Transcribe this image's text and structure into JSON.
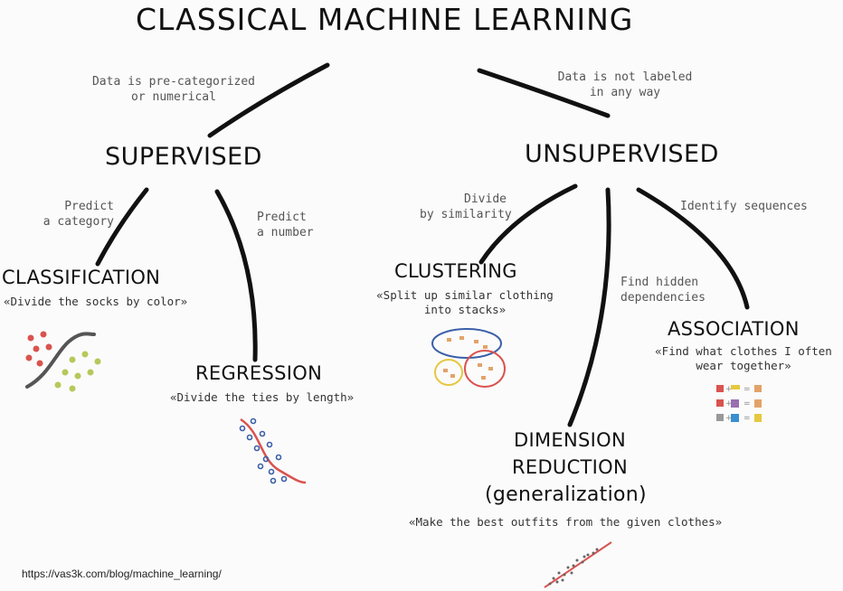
{
  "title": "CLASSICAL MACHINE LEARNING",
  "branches": {
    "supervised": {
      "label": "SUPERVISED",
      "note": [
        "Data is pre-categorized",
        "or numerical"
      ],
      "children": {
        "classification": {
          "label": "CLASSIFICATION",
          "edge_note": [
            "Predict",
            "a category"
          ],
          "example": "«Divide the socks by color»"
        },
        "regression": {
          "label": "REGRESSION",
          "edge_note": [
            "Predict",
            "a number"
          ],
          "example": "«Divide the ties by length»"
        }
      }
    },
    "unsupervised": {
      "label": "UNSUPERVISED",
      "note": [
        "Data is not labeled",
        "in any way"
      ],
      "children": {
        "clustering": {
          "label": "CLUSTERING",
          "edge_note": [
            "Divide",
            "by similarity"
          ],
          "example": [
            "«Split up similar clothing",
            "into stacks»"
          ]
        },
        "dimension_reduction": {
          "label": [
            "DIMENSION",
            "REDUCTION"
          ],
          "sublabel": "(generalization)",
          "edge_note": [
            "Find hidden",
            "dependencies"
          ],
          "example": "«Make the best outfits from the given clothes»"
        },
        "association": {
          "label": "ASSOCIATION",
          "edge_note": [
            "Identify sequences"
          ],
          "example": [
            "«Find what clothes I often",
            "wear together»"
          ]
        }
      }
    }
  },
  "footer_url": "https://vas3k.com/blog/machine_learning/",
  "icons": [
    "classification-scatter-icon",
    "regression-curve-icon",
    "clustering-groups-icon",
    "association-items-icon",
    "dimension-reduction-icon"
  ],
  "colors": {
    "ink": "#111111",
    "note": "#555555",
    "red": "#d9534f",
    "green": "#b5c95a",
    "blue": "#3a5fa8"
  }
}
